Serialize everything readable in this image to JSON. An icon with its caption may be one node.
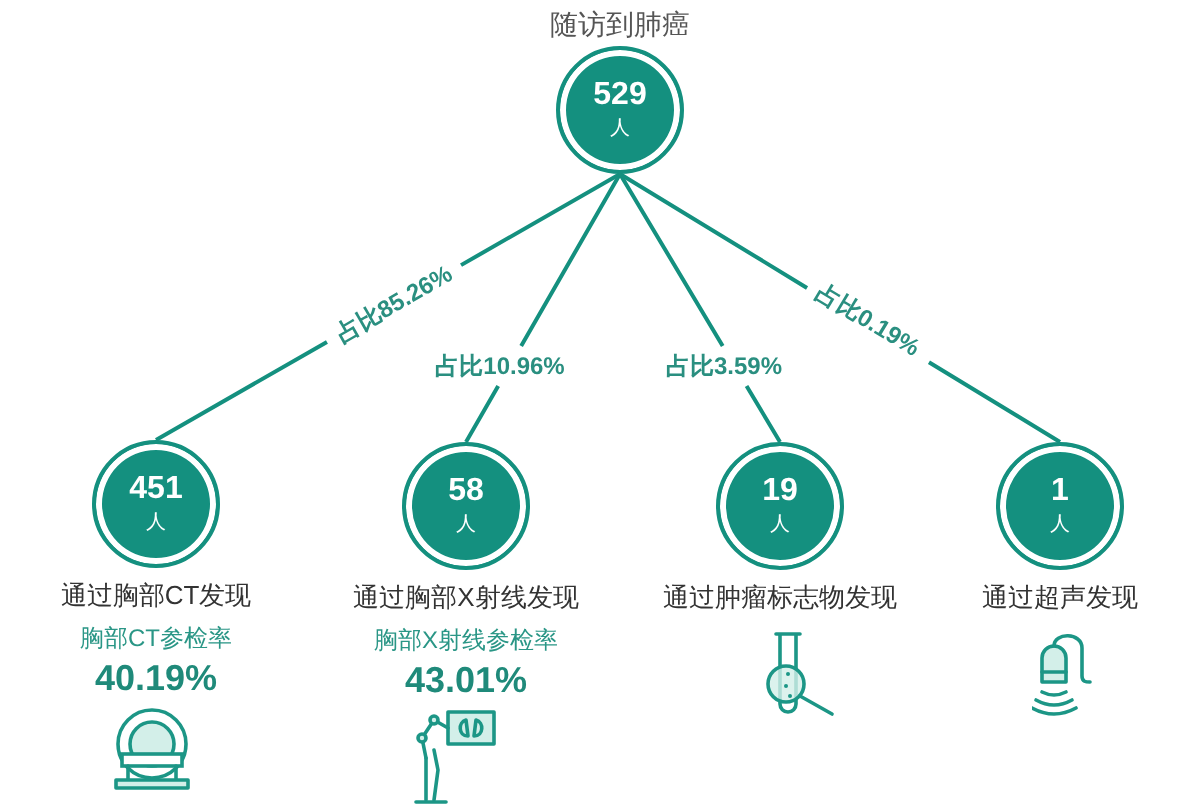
{
  "diagram": {
    "nodes": [
      {
        "text": [
          "随访到肺癌",
          "529",
          "人"
        ]
      },
      {
        "text": [
          "451",
          "人"
        ],
        "beside": [
          "通过胸部CT发现",
          "胸部CT参检率",
          "40.19%"
        ]
      },
      {
        "text": [
          "58",
          "人"
        ],
        "beside": [
          "通过胸部X射线发现",
          "胸部X射线参检率",
          "43.01%"
        ]
      },
      {
        "text": [
          "19",
          "人"
        ],
        "beside": [
          "通过肿瘤标志物发现"
        ]
      },
      {
        "text": [
          "1",
          "人"
        ],
        "beside": [
          "通过超声发现"
        ]
      }
    ],
    "edges": [
      {
        "from": 0,
        "to": 1,
        "arrow": "none",
        "label": "占比85.26%"
      },
      {
        "from": 0,
        "to": 2,
        "arrow": "none",
        "label": "占比10.96%"
      },
      {
        "from": 0,
        "to": 3,
        "arrow": "none",
        "label": "占比3.59%"
      },
      {
        "from": 0,
        "to": 4,
        "arrow": "none",
        "label": "占比0.19%"
      }
    ]
  }
}
